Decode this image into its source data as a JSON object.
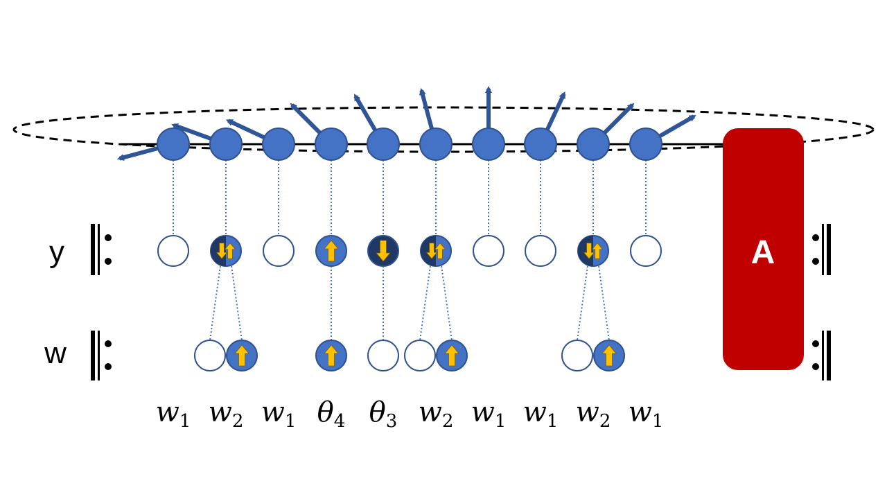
{
  "rows": {
    "y_label": "y",
    "w_label": "w"
  },
  "block": {
    "label": "A",
    "color": "#c00000"
  },
  "colors": {
    "site_fill": "#4472c4",
    "site_stroke": "#2f528f",
    "arrow": "#2f5597",
    "spin_arrow": "#ffc000",
    "empty_fill": "#ffffff"
  },
  "sites": [
    {
      "y_state": "empty",
      "w_states": [],
      "weight": {
        "base": "w",
        "sub": "1"
      },
      "spin_deg": -105
    },
    {
      "y_state": "double",
      "w_states": [
        "empty",
        "up"
      ],
      "weight": {
        "base": "w",
        "sub": "2"
      },
      "spin_deg": -70
    },
    {
      "y_state": "empty",
      "w_states": [],
      "weight": {
        "base": "w",
        "sub": "1"
      },
      "spin_deg": -65
    },
    {
      "y_state": "up",
      "w_states": [
        "up"
      ],
      "weight": {
        "base": "θ",
        "sub": "4"
      },
      "spin_deg": -45
    },
    {
      "y_state": "down",
      "w_states": [
        "empty"
      ],
      "weight": {
        "base": "θ",
        "sub": "3"
      },
      "spin_deg": -30
    },
    {
      "y_state": "double",
      "w_states": [
        "empty",
        "up"
      ],
      "weight": {
        "base": "w",
        "sub": "2"
      },
      "spin_deg": -15
    },
    {
      "y_state": "empty",
      "w_states": [],
      "weight": {
        "base": "w",
        "sub": "1"
      },
      "spin_deg": 0
    },
    {
      "y_state": "empty",
      "w_states": [],
      "weight": {
        "base": "w",
        "sub": "1"
      },
      "spin_deg": 25
    },
    {
      "y_state": "double",
      "w_states": [
        "empty",
        "up"
      ],
      "weight": {
        "base": "w",
        "sub": "2"
      },
      "spin_deg": 45
    },
    {
      "y_state": "empty",
      "w_states": [],
      "weight": {
        "base": "w",
        "sub": "1"
      },
      "spin_deg": 60
    }
  ]
}
